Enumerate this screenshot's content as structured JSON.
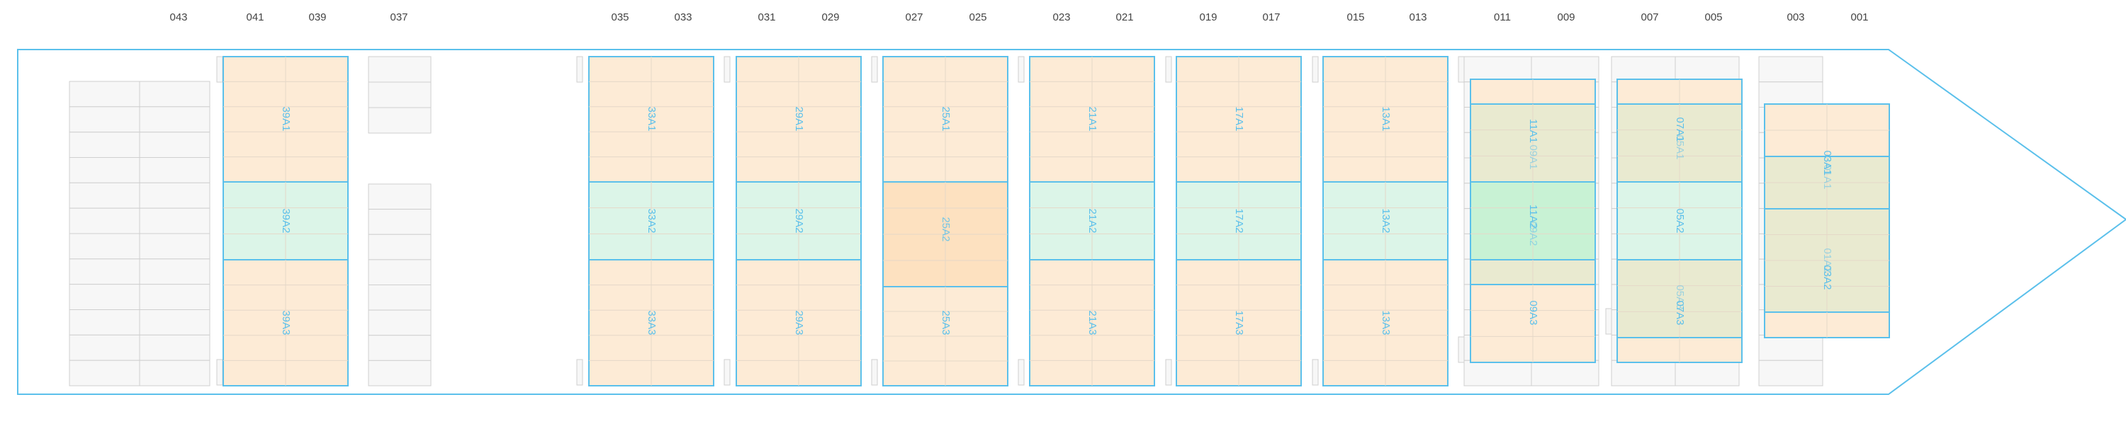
{
  "colors": {
    "outline": "#5bc0eb",
    "grid_stroke": "#cfcfcf",
    "grid_fill": "#f7f7f7",
    "peach": "#fdebd6",
    "green": "#dcf5e8",
    "bright_green": "#c8f2d4",
    "olive": "#e9ead0",
    "orange": "#fde1c0",
    "label": "#5bc0eb",
    "bay_label": "#444444"
  },
  "bay_numbers": [
    "043",
    "041",
    "039",
    "037",
    "035",
    "033",
    "031",
    "029",
    "027",
    "025",
    "023",
    "021",
    "019",
    "017",
    "015",
    "013",
    "011",
    "009",
    "007",
    "005",
    "003",
    "001"
  ],
  "tiers": [
    "A1",
    "A2",
    "A3"
  ],
  "blocks": [
    {
      "bay": "039",
      "labels": [
        "39A1",
        "39A2",
        "39A3"
      ]
    },
    {
      "bay": "033",
      "labels": [
        "33A1",
        "33A2",
        "33A3"
      ]
    },
    {
      "bay": "029",
      "labels": [
        "29A1",
        "29A2",
        "29A3"
      ]
    },
    {
      "bay": "025",
      "labels": [
        "25A1",
        "25A2",
        "25A3"
      ]
    },
    {
      "bay": "021",
      "labels": [
        "21A1",
        "21A2",
        "21A3"
      ]
    },
    {
      "bay": "017",
      "labels": [
        "17A1",
        "17A2",
        "17A3"
      ]
    },
    {
      "bay": "013",
      "labels": [
        "13A1",
        "13A2",
        "13A3"
      ]
    },
    {
      "bay": "009",
      "labels": [
        "11A1",
        "09A1",
        "11A2",
        "09A2",
        "09A3"
      ]
    },
    {
      "bay": "005",
      "labels": [
        "07A1",
        "05A1",
        "05A2",
        "05A3",
        "07A3"
      ]
    },
    {
      "bay": "001",
      "labels": [
        "03A1",
        "01A1",
        "01A2",
        "03A2"
      ]
    }
  ]
}
